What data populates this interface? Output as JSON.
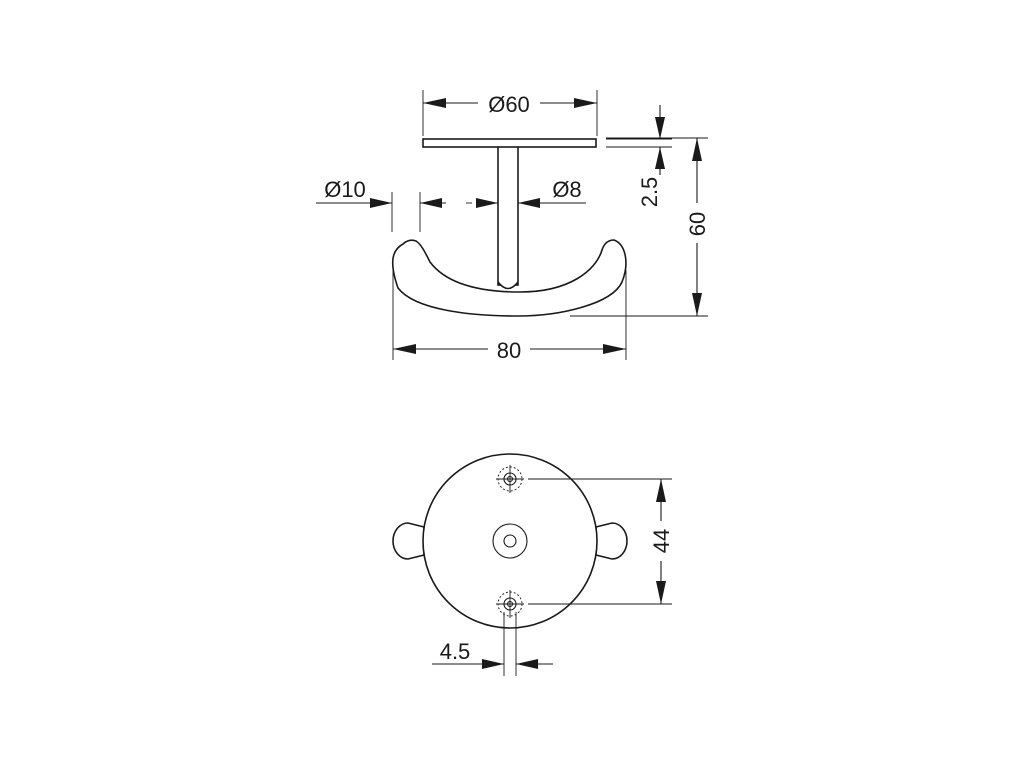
{
  "dimensions": {
    "plate_diameter": "Ø60",
    "stem_diameter": "Ø8",
    "tip_diameter": "Ø10",
    "plate_thickness": "2.5",
    "total_height": "60",
    "total_width": "80",
    "hole_spacing": "44",
    "hole_offset": "4.5"
  },
  "colors": {
    "line": "#1a1a1a",
    "background": "#ffffff"
  }
}
